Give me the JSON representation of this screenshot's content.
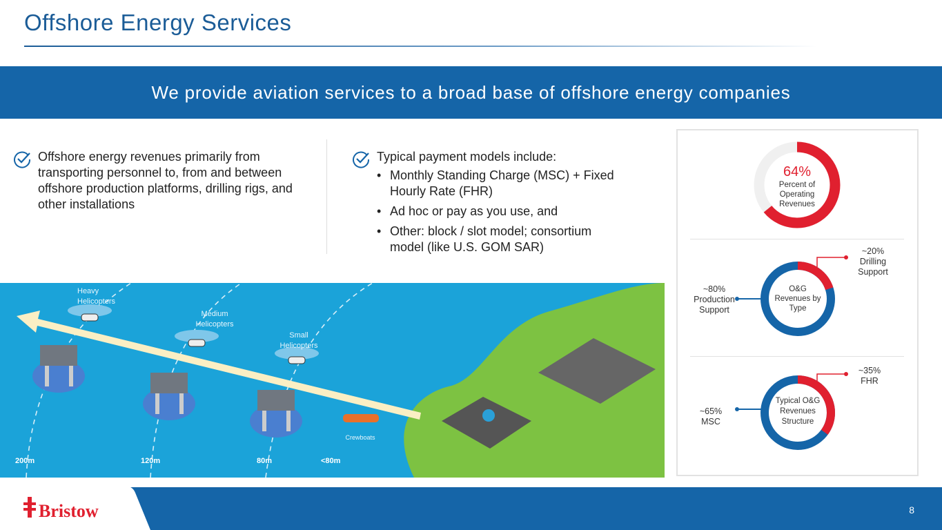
{
  "title": "Offshore Energy Services",
  "banner": "We provide aviation services to a broad base of offshore energy companies",
  "left_point": "Offshore energy revenues primarily from transporting personnel to, from and between offshore production platforms, drilling rigs, and other installations",
  "middle": {
    "heading": "Typical payment models include:",
    "bullets": [
      "Monthly Standing Charge (MSC) + Fixed Hourly Rate (FHR)",
      "Ad hoc or pay as you use, and",
      "Other: block / slot model; consortium model (like U.S. GOM SAR)"
    ]
  },
  "illustration": {
    "heavy": "Heavy Helicopters",
    "medium": "Medium Helicopters",
    "small": "Small Helicopters",
    "crewboats": "Crewboats",
    "depths": [
      "200m",
      "120m",
      "80m",
      "<80m"
    ]
  },
  "donuts": {
    "operating": {
      "value": "64%",
      "fraction": 0.64,
      "label": "Percent of Operating Revenues"
    },
    "by_type": {
      "center": "O&G Revenues by Type",
      "major_pct": "~80%",
      "major_label": "Production Support",
      "minor_pct": "~20%",
      "minor_label": "Drilling Support",
      "minor_fraction": 0.2
    },
    "structure": {
      "center": "Typical O&G Revenues Structure",
      "major_pct": "~65%",
      "major_label": "MSC",
      "minor_pct": "~35%",
      "minor_label": "FHR",
      "minor_fraction": 0.35
    }
  },
  "colors": {
    "red": "#e0202f",
    "blue": "#1565a8",
    "grey": "#f0f0f0"
  },
  "footer": {
    "logo": "Bristow",
    "page": "8"
  }
}
